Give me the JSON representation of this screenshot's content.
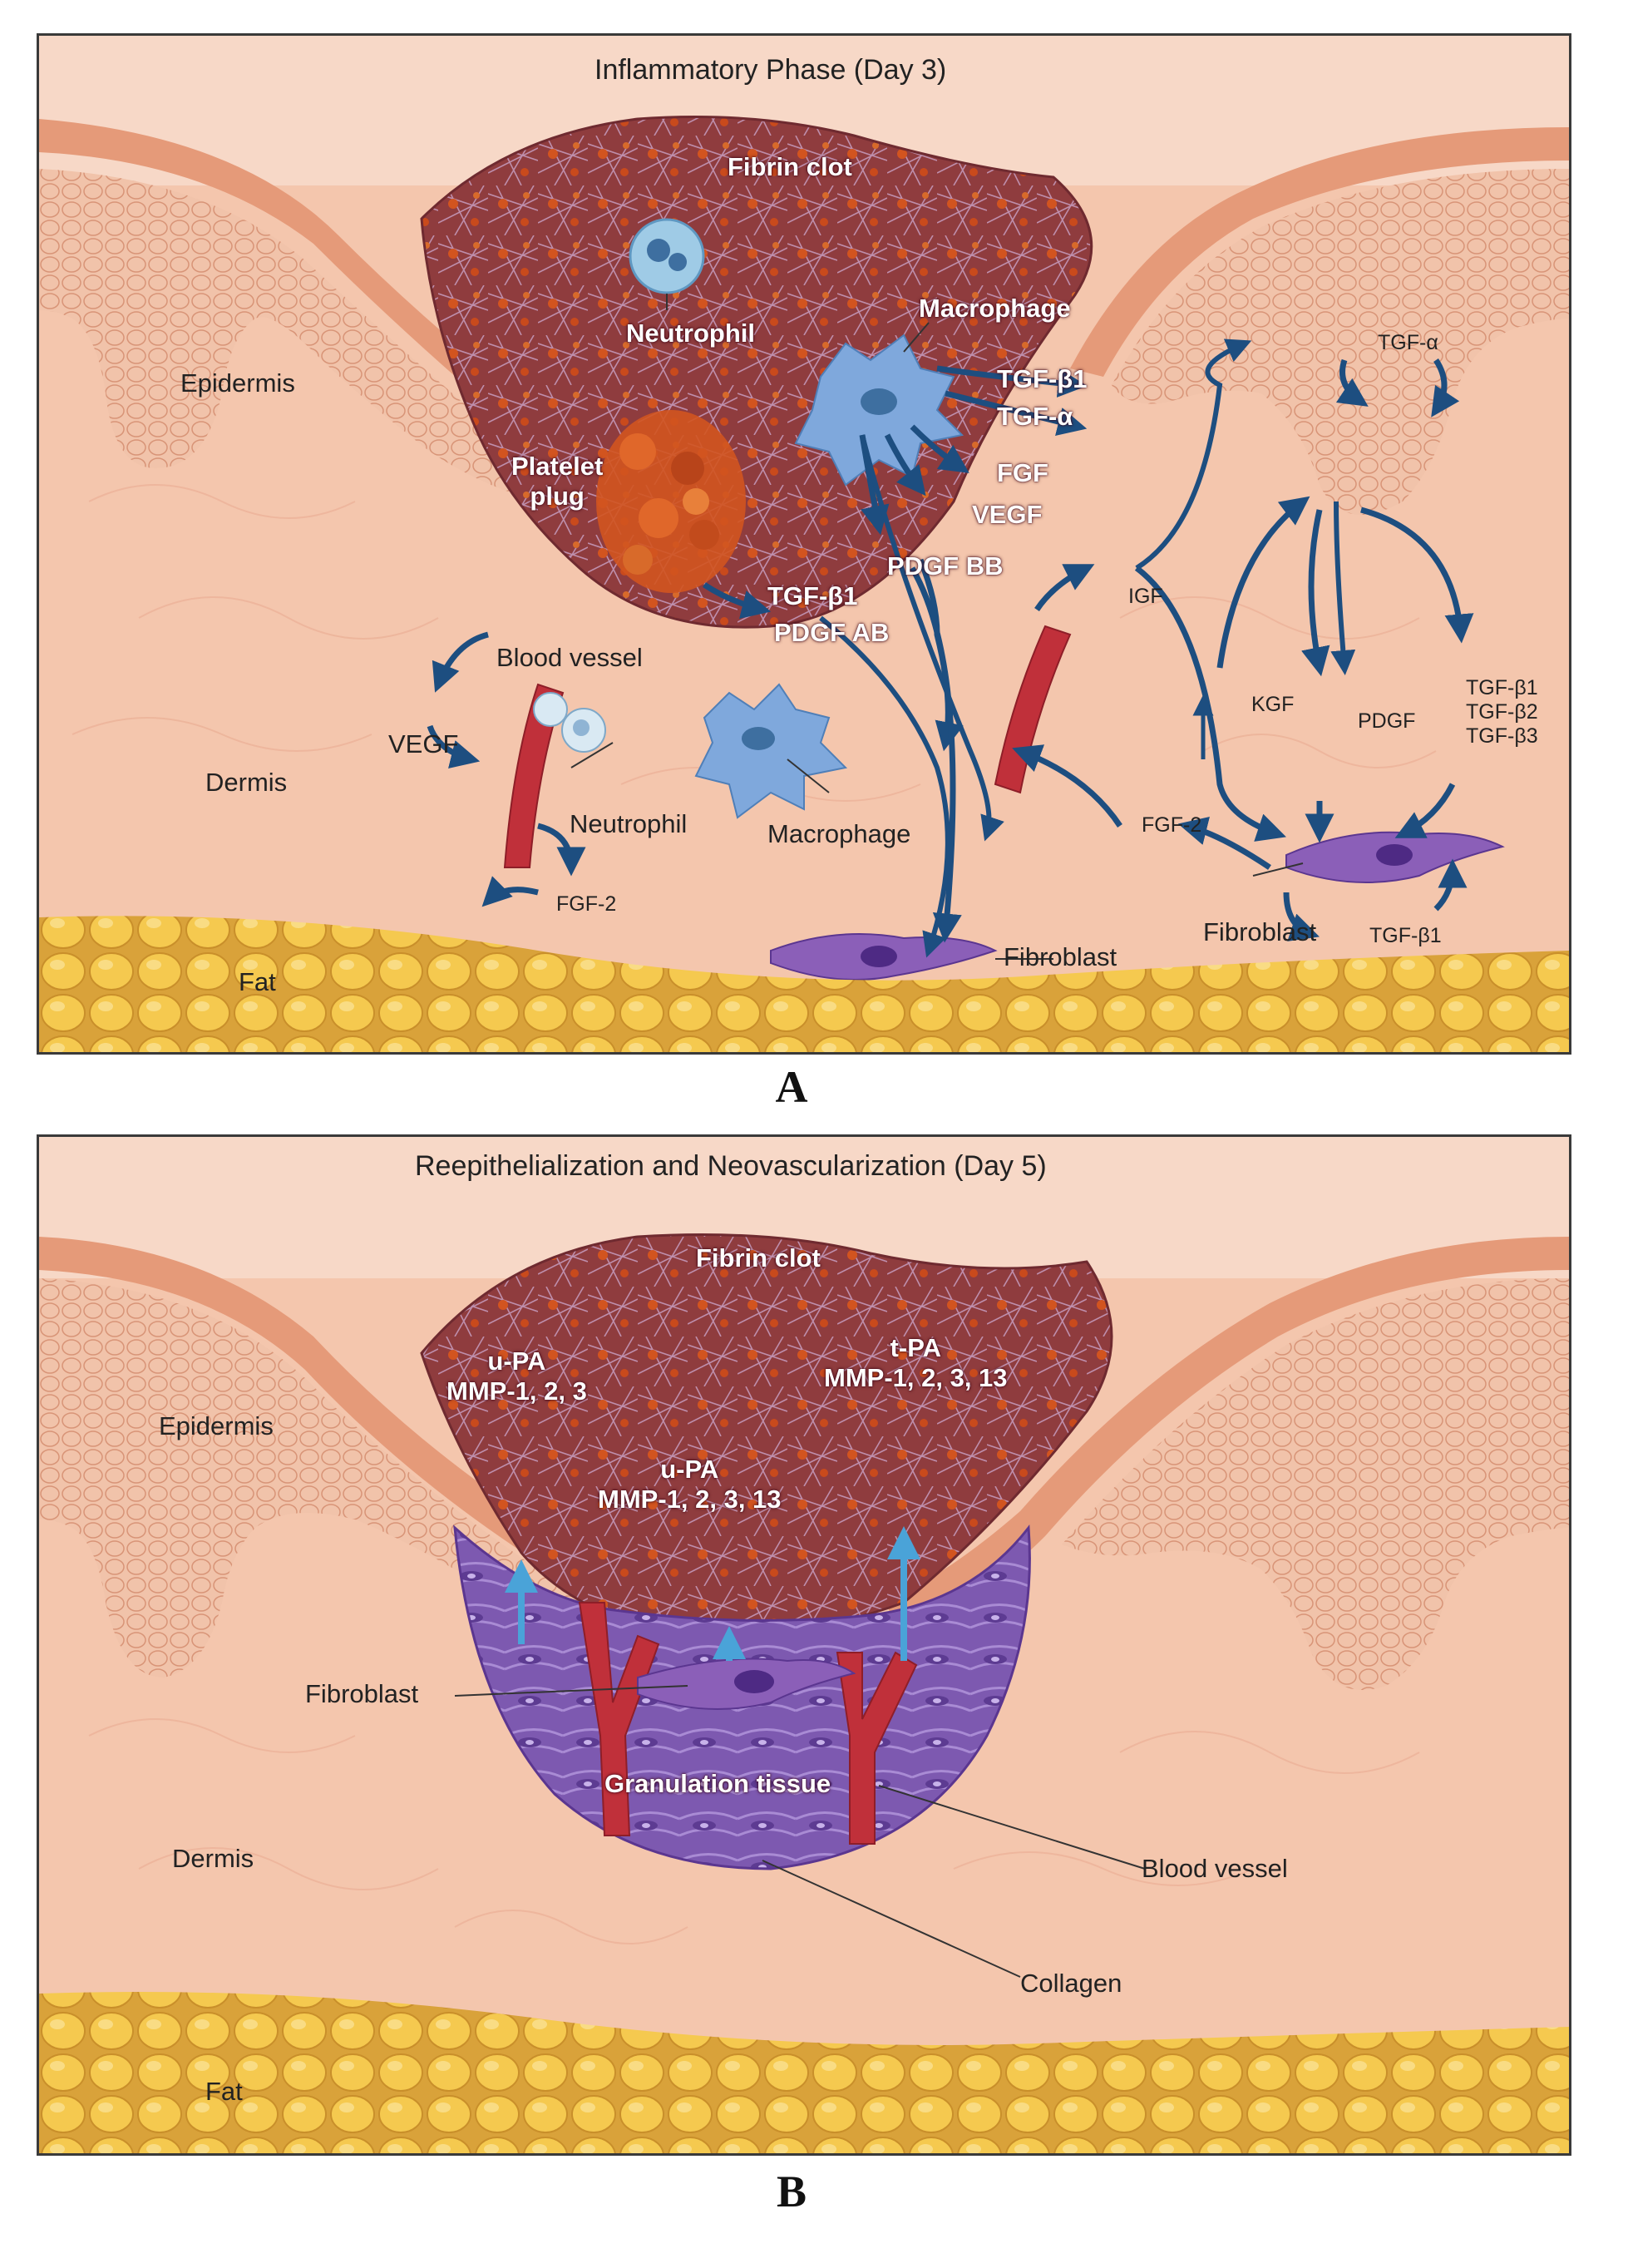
{
  "panel_a": {
    "title": "Inflammatory Phase (Day 3)",
    "letter": "A",
    "labels": {
      "fibrin_clot": "Fibrin clot",
      "neutrophil_top": "Neutrophil",
      "macrophage_top": "Macrophage",
      "epidermis": "Epidermis",
      "platelet_plug": [
        "Platelet",
        "plug"
      ],
      "tgfb1_mac": "TGF-β1",
      "tgfa_mac": "TGF-α",
      "fgf": "FGF",
      "vegf_mac": "VEGF",
      "pdgf_bb": "PDGF BB",
      "tgfb1_plug": "TGF-β1",
      "pdgf_ab": "PDGF AB",
      "blood_vessel": "Blood vessel",
      "vegf_left": "VEGF",
      "dermis": "Dermis",
      "neutrophil_bottom": "Neutrophil",
      "macrophage_bottom": "Macrophage",
      "fgf2_left": "FGF-2",
      "igf": "IGF",
      "tgfa_right": "TGF-α",
      "kgf": "KGF",
      "pdgf_right": "PDGF",
      "tgfb_family": [
        "TGF-β1",
        "TGF-β2",
        "TGF-β3"
      ],
      "fgf2_right": "FGF-2",
      "fibroblast_right": "Fibroblast",
      "tgfb1_fibroblast": "TGF-β1",
      "fibroblast_bottom": "Fibroblast",
      "fat": "Fat"
    }
  },
  "panel_b": {
    "title": "Reepithelialization and Neovascularization (Day 5)",
    "letter": "B",
    "labels": {
      "fibrin_clot": "Fibrin clot",
      "upa_left": [
        "u-PA",
        "MMP-1, 2, 3"
      ],
      "tpa_right": [
        "t-PA",
        "MMP-1, 2, 3, 13"
      ],
      "upa_center": [
        "u-PA",
        "MMP-1, 2, 3, 13"
      ],
      "epidermis": "Epidermis",
      "fibroblast": "Fibroblast",
      "granulation_tissue": "Granulation tissue",
      "blood_vessel": "Blood vessel",
      "dermis": "Dermis",
      "collagen": "Collagen",
      "fat": "Fat"
    }
  },
  "colors": {
    "dermis": "#f4c6ad",
    "epidermis": "#eaa98b",
    "clot": "#8f3c3e",
    "platelet": "#d2541f",
    "fat": "#f2c14a",
    "vessel": "#c0303a",
    "arrow": "#1d4e80",
    "fibroblast": "#8b5fb8",
    "granulation": "#7d59b0",
    "macrophage": "#7fa8dc"
  }
}
